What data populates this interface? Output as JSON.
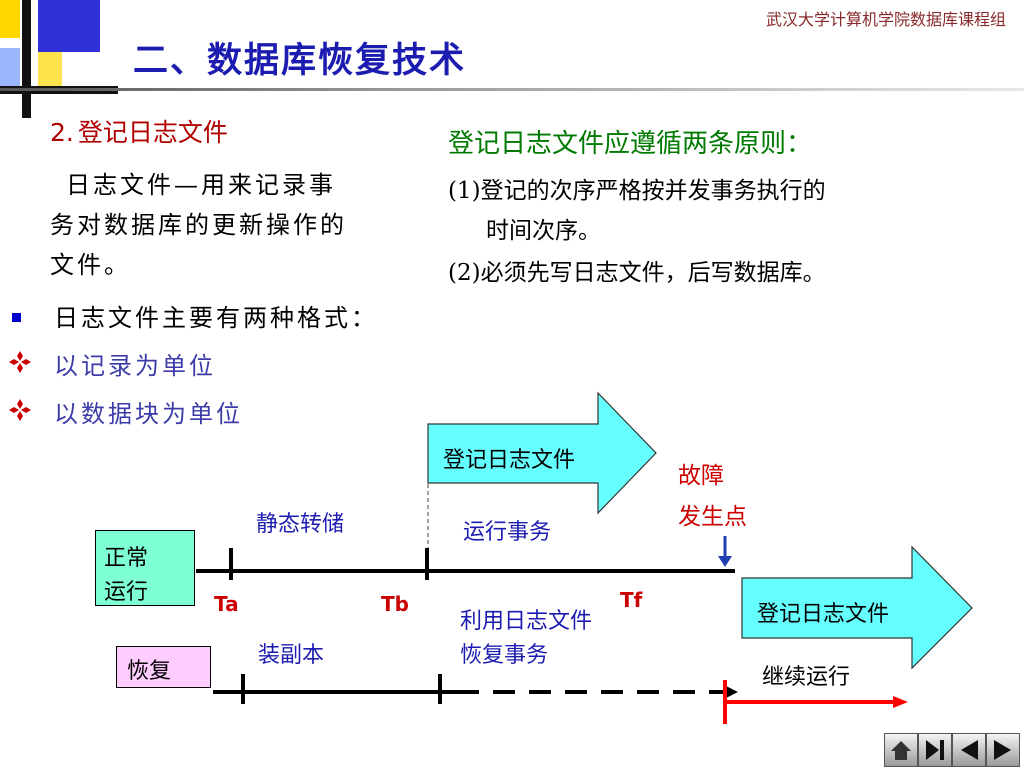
{
  "header": {
    "title": "二、数据库恢复技术",
    "org": "武汉大学计算机学院数据库课程组"
  },
  "left": {
    "section_title_num": "2.",
    "section_title": "登记日志文件",
    "para_line1": "日志文件—用来记录事",
    "para_line2": "务对数据库的更新操作的",
    "para_line3": "文件。",
    "bullet1": "日志文件主要有两种格式：",
    "bullet2": "以记录为单位",
    "bullet3": "以数据块为单位"
  },
  "right": {
    "heading": "登记日志文件应遵循两条原则：",
    "rule1_line1": "(1)登记的次序严格按并发事务执行的",
    "rule1_line2": "时间次序。",
    "rule2": "(2)必须先写日志文件，后写数据库。"
  },
  "diagram": {
    "arrow_top": "登记日志文件",
    "arrow_right": "登记日志文件",
    "fault_line1": "故障",
    "fault_line2": "发生点",
    "static_dump": "静态转储",
    "run_txn": "运行事务",
    "normal_line1": "正常",
    "normal_line2": "运行",
    "ta": "Ta",
    "tb": "Tb",
    "tf": "Tf",
    "recover_line1": "利用日志文件",
    "recover_line2": "恢复事务",
    "restore_label": "恢复",
    "load_copy": "装副本",
    "continue": "继续运行"
  },
  "colors": {
    "title": "#1c1cb0",
    "accent_red": "#cc0000",
    "cyan_box": "#7fffd4",
    "arrow_fill": "#66ffff",
    "pink_box": "#ffccff",
    "bullet_blue": "#0000cc",
    "item_blue": "#3c3ca8"
  },
  "nav": [
    "home-icon",
    "last-icon",
    "prev-icon",
    "next-icon"
  ]
}
